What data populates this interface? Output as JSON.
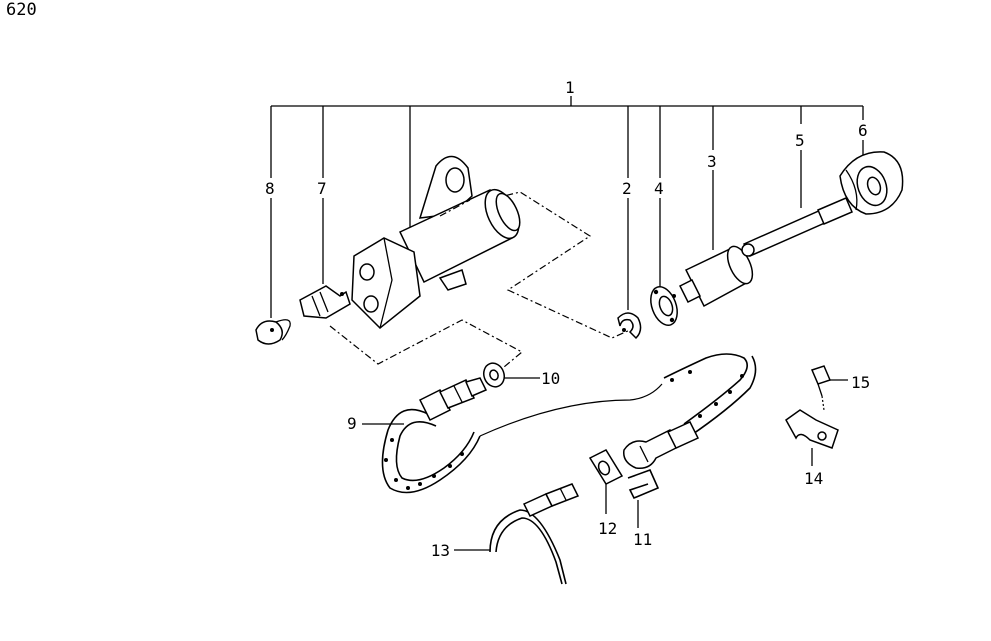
{
  "page": {
    "number": "620"
  },
  "callouts": [
    {
      "id": "c1",
      "label": "1"
    },
    {
      "id": "c2",
      "label": "2"
    },
    {
      "id": "c3",
      "label": "3"
    },
    {
      "id": "c4",
      "label": "4"
    },
    {
      "id": "c5",
      "label": "5"
    },
    {
      "id": "c6",
      "label": "6"
    },
    {
      "id": "c7",
      "label": "7"
    },
    {
      "id": "c8",
      "label": "8"
    },
    {
      "id": "c9",
      "label": "9"
    },
    {
      "id": "c10",
      "label": "10"
    },
    {
      "id": "c11",
      "label": "11"
    },
    {
      "id": "c12",
      "label": "12"
    },
    {
      "id": "c13",
      "label": "13"
    },
    {
      "id": "c14",
      "label": "14"
    },
    {
      "id": "c15",
      "label": "15"
    }
  ]
}
